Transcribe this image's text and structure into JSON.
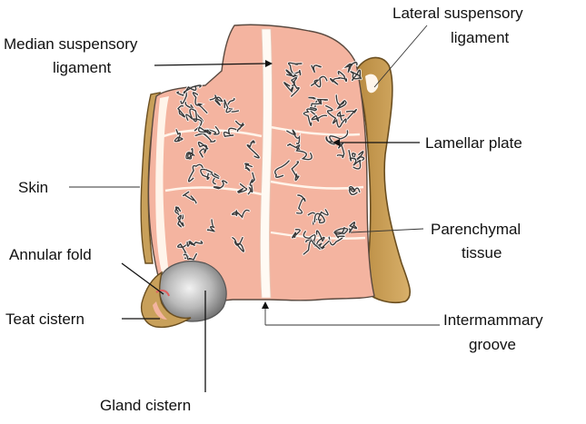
{
  "diagram": {
    "labels": {
      "median_suspensory_ligament": [
        "Median suspensory",
        "ligament"
      ],
      "lateral_suspensory_ligament": [
        "Lateral suspensory",
        "ligament"
      ],
      "lamellar_plate": "Lamellar plate",
      "skin": "Skin",
      "parenchymal_tissue": [
        "Parenchymal",
        "tissue"
      ],
      "annular_fold": "Annular fold",
      "teat_cistern": "Teat cistern",
      "intermammary_groove": [
        "Intermammary",
        "groove"
      ],
      "gland_cistern": "Gland cistern"
    },
    "colors": {
      "parenchyma": "#f4b4a0",
      "skin": "#c8a05a",
      "skin_dark": "#8a6a30",
      "ligament": "#fff4ea",
      "cistern": "#9a9a9a"
    }
  }
}
